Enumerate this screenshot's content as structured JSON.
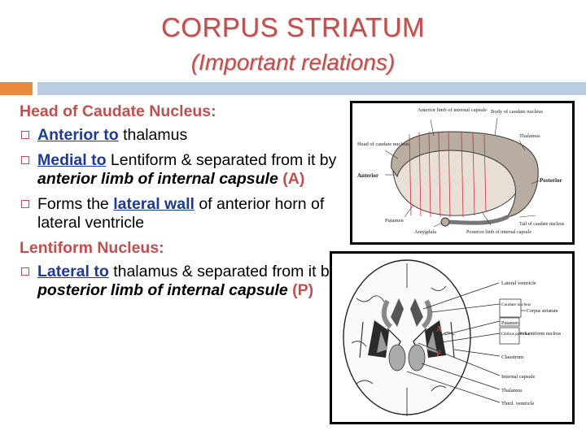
{
  "slide": {
    "title": "CORPUS STRIATUM",
    "subtitle": "(Important relations)"
  },
  "sections": [
    {
      "heading": "Head of Caudate Nucleus:",
      "bullets": [
        {
          "kw": "Anterior to",
          "text1": " thalamus"
        },
        {
          "kw": "Medial to",
          "text1": " Lentiform & separated from it by ",
          "italic": "anterior limb of internal capsule",
          "tag": " (A)"
        },
        {
          "text0": "Forms the ",
          "kw": "lateral wall",
          "text1": " of anterior horn of lateral ventricle"
        }
      ]
    },
    {
      "heading": "Lentiform Nucleus:",
      "bullets": [
        {
          "kw": "Lateral to",
          "text1": " thalamus & separated from it by ",
          "italic": "posterior limb of internal capsule",
          "tag": " (P)"
        }
      ]
    }
  ],
  "figure1": {
    "labels": {
      "anterior_limb": "Anterior limb of internal capsule",
      "body_caudate": "Body of caudate nucleus",
      "head_caudate": "Head of caudate nucleus",
      "thalamus": "Thalamus",
      "anterior": "Anterior",
      "posterior": "Posterior",
      "putamen": "Putamen",
      "amygdala": "Amygdala",
      "posterior_limb": "Posterior limb of internal capsule",
      "tail_caudate": "Tail of caudate nucleus"
    }
  },
  "figure2": {
    "labels": {
      "lateral_ventricle": "Lateral ventricle",
      "caudate": "Caudate nucleus",
      "corpus_striatum": "Corpus striatum",
      "putamen": "Putamen",
      "globus": "Globus pallidus",
      "lentiform": "Lentiform nucleus",
      "claustrum": "Claustrum",
      "internal_capsule": "Internal capsule",
      "thalamus": "Thalamus",
      "third_ventricle": "Third. ventricle",
      "marker_a": "A",
      "marker_p": "P"
    }
  },
  "colors": {
    "accent": "#c0504d",
    "keyword": "#1f3a93",
    "rule_orange": "#e46c0a",
    "rule_blue": "#b8cce4"
  }
}
